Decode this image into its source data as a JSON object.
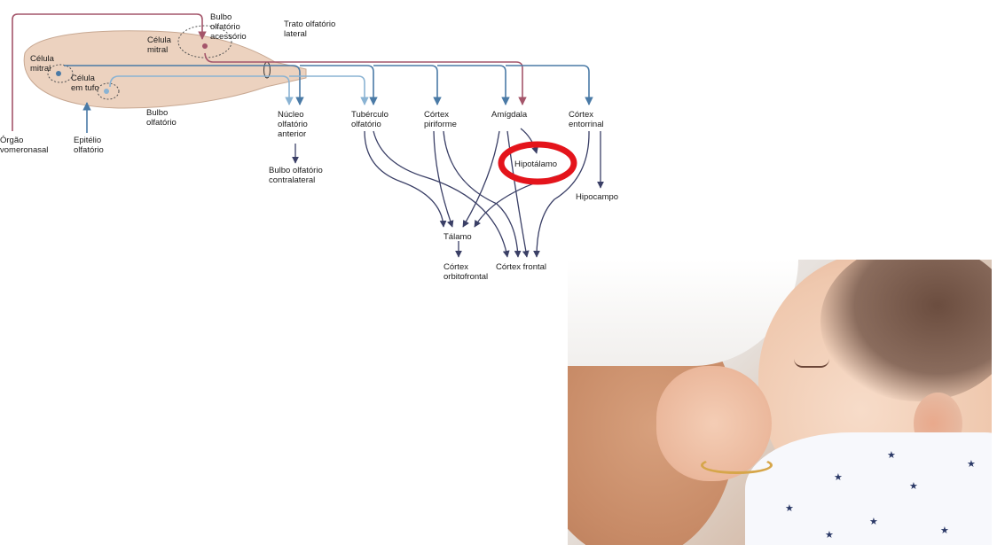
{
  "diagram": {
    "labels": {
      "bulbo_acessorio": [
        "Bulbo",
        "olfatório",
        "acessório"
      ],
      "trato": [
        "Trato olfatório",
        "lateral"
      ],
      "celula_mitral_top": [
        "Célula",
        "mitral"
      ],
      "celula_mitral_left": [
        "Célula",
        "mitral"
      ],
      "celula_tufo": [
        "Célula",
        "em tufo"
      ],
      "bulbo_olfatorio": [
        "Bulbo",
        "olfatório"
      ],
      "orgao": [
        "Órgão",
        "vomeronasal"
      ],
      "epitelio": [
        "Epitélio",
        "olfatório"
      ],
      "nucleo": [
        "Núcleo",
        "olfatório",
        "anterior"
      ],
      "tuberculo": [
        "Tubérculo",
        "olfatório"
      ],
      "cortex_piriforme": [
        "Córtex",
        "piriforme"
      ],
      "amigdala": "Amígdala",
      "cortex_entorrinal": [
        "Córtex",
        "entorrinal"
      ],
      "hipotalamo": "Hipotálamo",
      "hipocampo": "Hipocampo",
      "bulbo_contralateral": [
        "Bulbo olfatório",
        "contralateral"
      ],
      "talamo": "Tálamo",
      "cortex_orbitofrontal": [
        "Córtex",
        "orbitofrontal"
      ],
      "cortex_frontal": "Córtex frontal"
    },
    "highlight": {
      "target": "Hipotálamo",
      "color": "#e4141b"
    },
    "colors": {
      "bulb_fill": "#ecd2bf",
      "pathway_blue": "#4a7aa6",
      "pathway_light_blue": "#8ab3d3",
      "pathway_red": "#a4556a",
      "projection_dark": "#3a3f66"
    }
  },
  "photo": {
    "subject": "baby-breastfeeding-photo"
  }
}
